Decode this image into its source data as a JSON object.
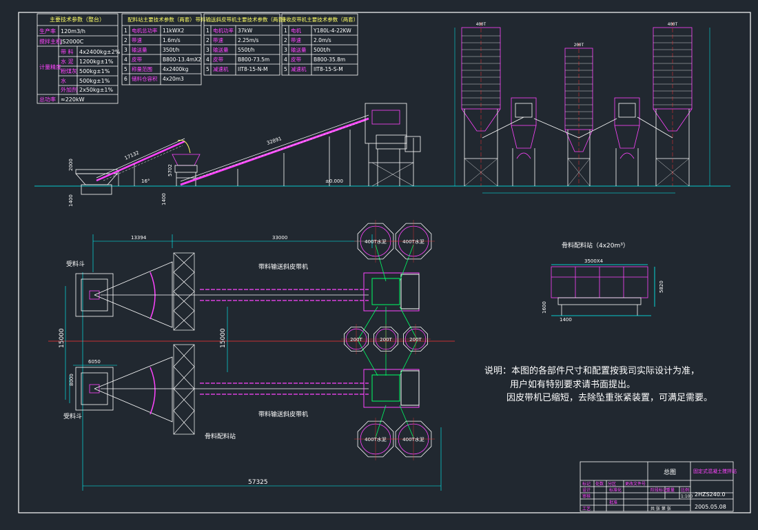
{
  "colors": {
    "background": "#212830",
    "frame": "#ffffff",
    "structure": "#ff44ff",
    "steel": "#ffffff",
    "dimension": "#00ffff",
    "belt": "#00ff66",
    "centerline": "#ff3333",
    "note": "#ffffff",
    "accent": "#ffff66"
  },
  "table1": {
    "title": "主要技术参数（整台）",
    "rows": [
      {
        "k": "生产率",
        "v": "120m3/h"
      },
      {
        "k": "搅拌主机",
        "v": "JS2000C"
      },
      {
        "k": "带 料",
        "v": "4x2400kg±2%"
      },
      {
        "k": "水 泥",
        "v": "1200kg±1%"
      },
      {
        "k": "粉煤灰",
        "v": "500kg±1%"
      },
      {
        "k": "水",
        "v": "500kg±1%"
      },
      {
        "k": "外加剂",
        "v": "2x50kg±1%"
      },
      {
        "k": "总功率",
        "v": "≈220kW"
      }
    ],
    "group_label": "计量精度"
  },
  "table2": {
    "title": "配料站主要技术参数（两套）",
    "rows": [
      {
        "n": "1",
        "k": "电机总功率",
        "v": "11kWX2"
      },
      {
        "n": "2",
        "k": "带速",
        "v": "1.6m/s"
      },
      {
        "n": "3",
        "k": "输送量",
        "v": "350t/h"
      },
      {
        "n": "4",
        "k": "皮带",
        "v": "B800-13.4mX2"
      },
      {
        "n": "5",
        "k": "称量范围",
        "v": "4x2400kg"
      },
      {
        "n": "6",
        "k": "储料仓容积",
        "v": "4x20m3"
      }
    ]
  },
  "table3": {
    "title": "带料输送斜皮带机主要技术参数（两套）",
    "rows": [
      {
        "n": "1",
        "k": "电机功率",
        "v": "37kW"
      },
      {
        "n": "2",
        "k": "带速",
        "v": "2.25m/s"
      },
      {
        "n": "3",
        "k": "输送量",
        "v": "550t/h"
      },
      {
        "n": "4",
        "k": "皮带",
        "v": "B800-73.5m"
      },
      {
        "n": "5",
        "k": "减速机",
        "v": "IIT8-15-N-M"
      }
    ]
  },
  "table4": {
    "title": "接收皮带机主要技术参数（两套）",
    "rows": [
      {
        "n": "1",
        "k": "电机",
        "v": "Y180L-4-22KW"
      },
      {
        "n": "2",
        "k": "带速",
        "v": "2.0m/s"
      },
      {
        "n": "3",
        "k": "输送量",
        "v": "500t/h"
      },
      {
        "n": "4",
        "k": "皮带",
        "v": "B800-35.8m"
      },
      {
        "n": "5",
        "k": "减速机",
        "v": "IIT8-15-S-M"
      }
    ]
  },
  "elevation": {
    "dims": {
      "hopper_h": "2000",
      "below_ground_1": "1400",
      "below_ground_2": "1400",
      "belt1_len": "17132",
      "station_h": "5702",
      "belt2_len": "32891",
      "ground_mark": "±0.000",
      "angle": "16°"
    },
    "silo_labels": [
      "400T",
      "200T",
      "400T"
    ]
  },
  "plan": {
    "labels": {
      "hopper_top": "受料斗",
      "hopper_bottom": "受料斗",
      "belt_top": "带料输送斜皮带机",
      "belt_bottom": "带料输送斜皮带机",
      "station": "骨料配料站"
    },
    "dims": {
      "left_seg": "13394",
      "right_seg": "33000",
      "total": "57325",
      "width_main": "15000",
      "width_inner": "15000",
      "hopper_w": "6050",
      "hopper_h": "8000"
    },
    "silos": {
      "top": [
        "400T水泥",
        "400T水泥"
      ],
      "mid": [
        "200T",
        "200T",
        "200T"
      ],
      "bottom": [
        "400T水泥",
        "400T水泥"
      ]
    }
  },
  "detail": {
    "title": "骨料配料站（4x20m³）",
    "top_dim": "3500X4",
    "right_dim": "5820",
    "left_dims": [
      "1600",
      "1400"
    ]
  },
  "note": {
    "line1": "说明：本图的各部件尺寸和配置按我司实际设计为准，",
    "line2": "用户如有特别要求请书面提出。",
    "line3": "因皮带机已缩短，去除坠重张紧装置，可满足需要。"
  },
  "title_block": {
    "drawing_name": "总图",
    "product": "固定式混凝土搅拌站",
    "model": "2HZS240.0",
    "date": "2005.05.08",
    "row_labels": [
      "标记",
      "处数",
      "分区",
      "更改文件号",
      "签名",
      "年月日"
    ],
    "left_labels": [
      "设计",
      "审核",
      "工艺"
    ],
    "mid_labels": [
      "标准化",
      "批准"
    ],
    "right_labels": [
      "阶段标记",
      "重量",
      "比例"
    ],
    "sheet": "共  张  第  张",
    "scale": "1:100"
  }
}
